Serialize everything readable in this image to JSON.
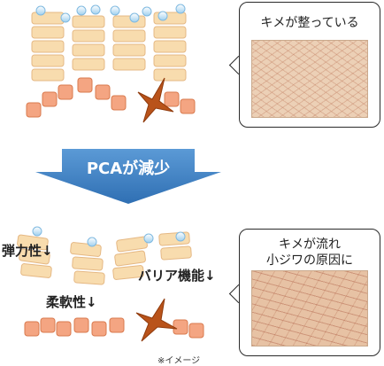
{
  "top": {
    "callout_title": "キメが整っている"
  },
  "arrow": {
    "label": "PCAが減少"
  },
  "bottom": {
    "callout_title": "キメが流れ\n小ジワの原因に",
    "labels": {
      "elasticity": "弾力性↓",
      "softness": "柔軟性↓",
      "barrier": "バリア機能↓"
    },
    "note": "※イメージ"
  },
  "colors": {
    "arrow_blue": "#3f83c6",
    "cell_fill": "#f6d39b",
    "basal_cell": "#f2a07a",
    "melanocyte": "#b84a12",
    "droplet": "#bfe3f7",
    "skin_texture": "#e6c3a4"
  }
}
